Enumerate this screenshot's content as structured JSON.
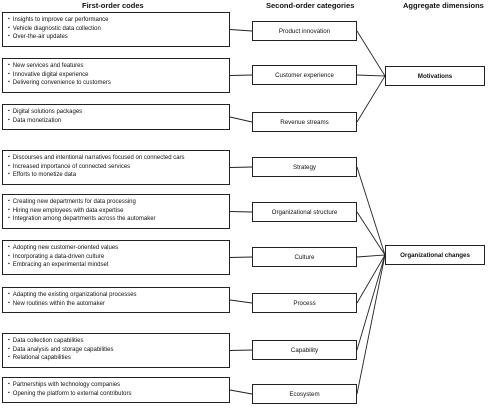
{
  "headers": {
    "first_order": "First-order codes",
    "second_order": "Second-order categories",
    "aggregate": "Aggregate dimensions"
  },
  "rows": [
    {
      "category": "Product innovation",
      "codes": [
        "Insights to improve car performance",
        "Vehicle diagnostic data collection",
        "Over-the-air updates"
      ]
    },
    {
      "category": "Customer experience",
      "codes": [
        "New services and features",
        "Innovative digital experience",
        "Delivering convenience to customers"
      ]
    },
    {
      "category": "Revenue streams",
      "codes": [
        "Digital solutions packages",
        "Data monetization"
      ]
    },
    {
      "category": "Strategy",
      "codes": [
        "Discourses and intentional narratives focused on connected cars",
        "Increased importance of connected services",
        "Efforts to monetize data"
      ]
    },
    {
      "category": "Organizational structure",
      "codes": [
        "Creating new departments for data processing",
        "Hiring new employees with data expertise",
        "Integration among departments across the automaker"
      ]
    },
    {
      "category": "Culture",
      "codes": [
        "Adopting new customer-oriented values",
        "Incorporating a data-driven culture",
        "Embracing an experimental mindset"
      ]
    },
    {
      "category": "Process",
      "codes": [
        "Adapting the existing organizational processes",
        "New routines within the automaker"
      ]
    },
    {
      "category": "Capability",
      "codes": [
        "Data collection capabilities",
        "Data analysis and storage capabilities",
        "Relational capabilities"
      ]
    },
    {
      "category": "Ecosystem",
      "codes": [
        "Partnerships with technology companies",
        "Opening the platform to external contributors"
      ]
    }
  ],
  "aggregates": [
    {
      "label": "Motivations",
      "categories": [
        0,
        1,
        2
      ]
    },
    {
      "label": "Organizational changes",
      "categories": [
        3,
        4,
        5,
        6,
        7,
        8
      ]
    }
  ]
}
